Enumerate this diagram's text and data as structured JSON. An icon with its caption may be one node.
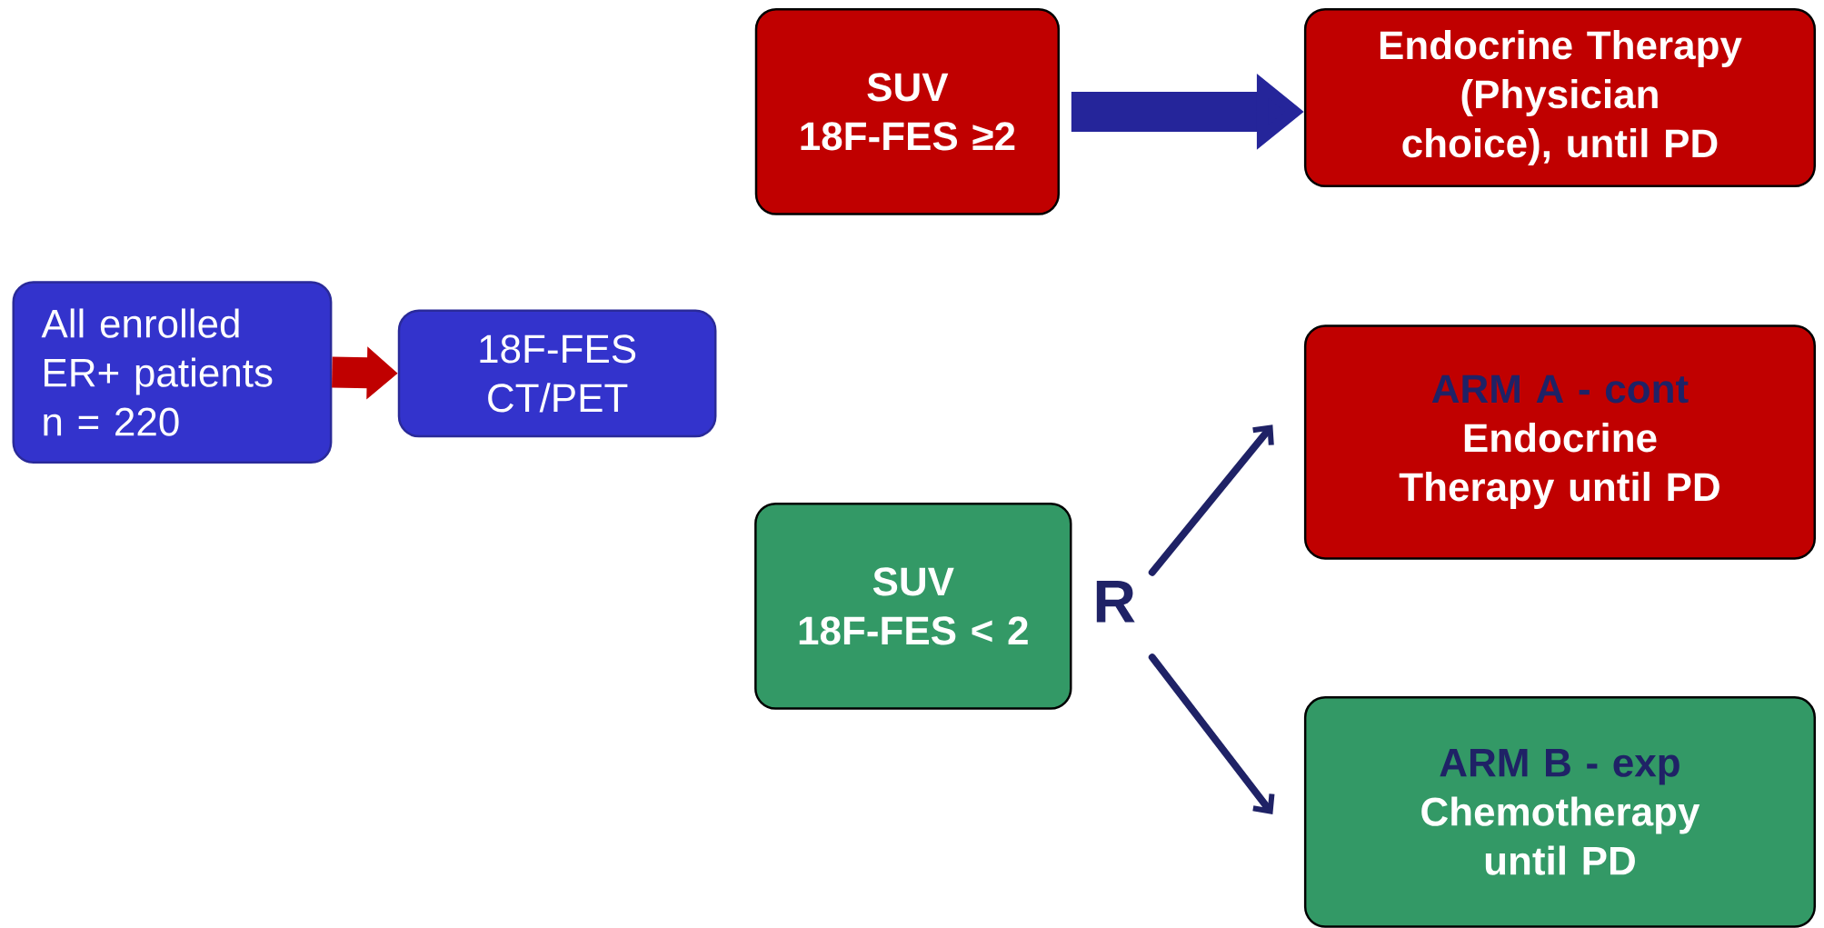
{
  "diagram": {
    "nodes": [
      {
        "text": [
          "All enrolled ER+ patients n = 220"
        ]
      },
      {
        "text": [
          "18F-FES CT/PET"
        ]
      },
      {
        "text": [
          "SUV 18F-FES ≥2"
        ]
      },
      {
        "text": [
          "Endocrine Therapy (Physician choice), until PD"
        ]
      },
      {
        "text": [
          "SUV 18F-FES < 2"
        ]
      },
      {
        "text": [
          "ARM A - cont",
          "Endocrine Therapy until PD"
        ]
      },
      {
        "text": [
          "ARM B - exp",
          "Chemotherapy until PD"
        ]
      }
    ],
    "edges": [
      {
        "from": 0,
        "to": 1,
        "arrow": "to",
        "style": "thick",
        "color": "#c00000"
      },
      {
        "from": 2,
        "to": 3,
        "arrow": "to",
        "style": "thick",
        "color": "#25259a"
      },
      {
        "from": 4,
        "to": 5,
        "arrow": "to"
      },
      {
        "from": 4,
        "to": 6,
        "arrow": "to"
      }
    ],
    "labels": [
      "R"
    ]
  }
}
